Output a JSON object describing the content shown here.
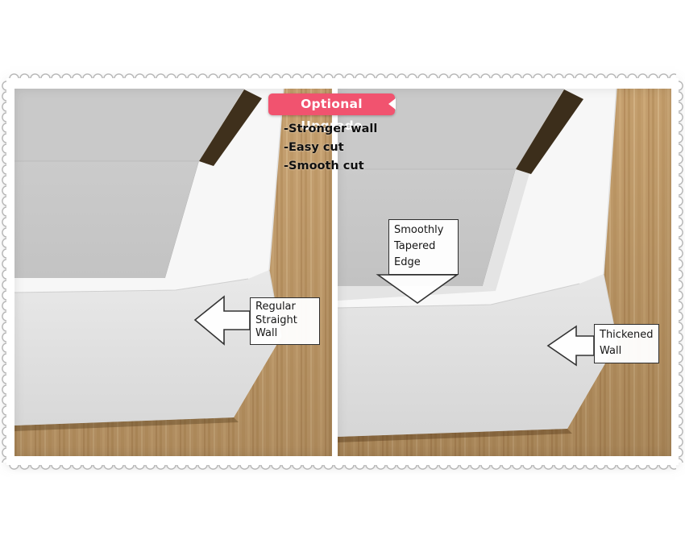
{
  "banner": {
    "label": "Optional Upgrade"
  },
  "bullets": {
    "items": [
      "-Stronger wall",
      "-Easy cut",
      "-Smooth cut"
    ]
  },
  "labels": {
    "regular": {
      "line1": "Regular",
      "line2": "Straight",
      "line3": "Wall"
    },
    "tapered": {
      "line1": "Smoothly",
      "line2": "Tapered",
      "line3": "Edge"
    },
    "thickened": {
      "line1": "Thickened",
      "line2": "Wall"
    }
  },
  "colors": {
    "banner_pink": "#f1536f",
    "wood_tan": "#c7a272",
    "wall_white": "#f3f3f3",
    "interior_gray": "#c9c9c9",
    "shadow_gap_brown": "#3f301c",
    "arrow_outline": "#333333"
  }
}
